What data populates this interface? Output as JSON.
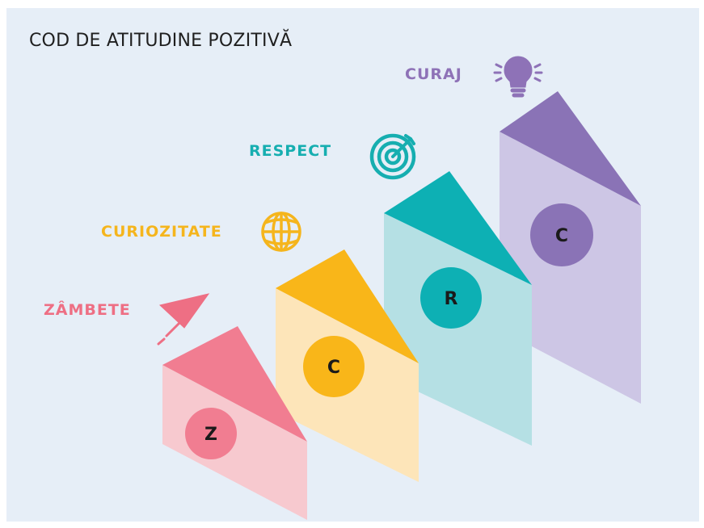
{
  "title": "COD DE ATITUDINE POZITIVĂ",
  "steps": [
    {
      "label": "ZÂMBETE",
      "letter": "Z",
      "icon": "paper-plane-icon",
      "label_color": "#ee6f84",
      "top": "#f17d91",
      "front": "#f7c9cf",
      "circle": "#f17d91"
    },
    {
      "label": "CURIOZITATE",
      "letter": "C",
      "icon": "globe-icon",
      "label_color": "#f5b51d",
      "top": "#f9b619",
      "front": "#fde5b9",
      "circle": "#f9b619"
    },
    {
      "label": "RESPECT",
      "letter": "R",
      "icon": "target-icon",
      "label_color": "#16aeb0",
      "top": "#0db0b4",
      "front": "#b5e0e4",
      "circle": "#0db0b4"
    },
    {
      "label": "CURAJ",
      "letter": "C",
      "icon": "lightbulb-icon",
      "label_color": "#8e72b7",
      "top": "#8a73b6",
      "front": "#cdc6e5",
      "circle": "#8a73b6"
    }
  ]
}
